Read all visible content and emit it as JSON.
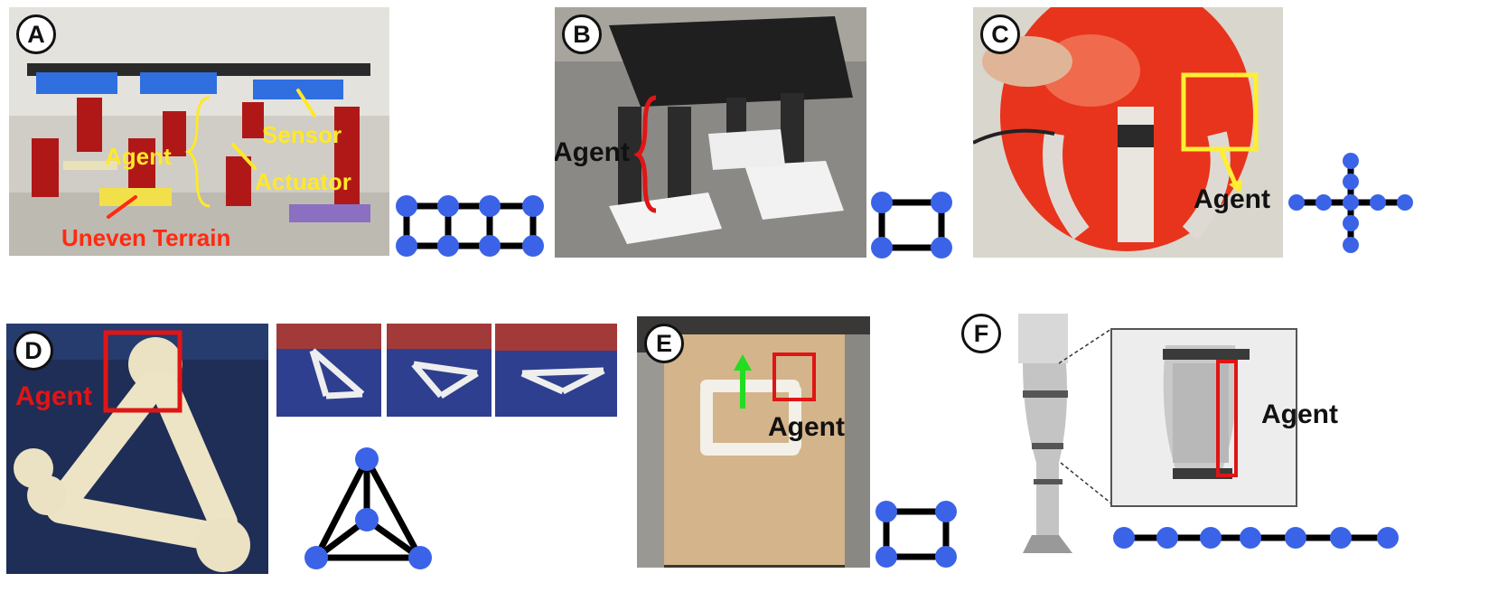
{
  "colors": {
    "node": "#3b63e8",
    "edge": "#000000",
    "label_yellow": "#ffe829",
    "label_red": "#ff2a10",
    "box_red": "#e01515",
    "box_yellow": "#ffee33",
    "arrow_green": "#22dd22"
  },
  "panels": {
    "A": {
      "badge": "A",
      "labels": {
        "sensor": "Sensor",
        "agent": "Agent",
        "actuator": "Actuator",
        "terrain": "Uneven Terrain"
      }
    },
    "B": {
      "badge": "B",
      "labels": {
        "agent": "Agent"
      }
    },
    "C": {
      "badge": "C",
      "labels": {
        "agent": "Agent"
      }
    },
    "D": {
      "badge": "D",
      "labels": {
        "agent": "Agent"
      }
    },
    "E": {
      "badge": "E",
      "labels": {
        "agent": "Agent"
      }
    },
    "F": {
      "badge": "F",
      "labels": {
        "agent": "Agent"
      }
    }
  }
}
